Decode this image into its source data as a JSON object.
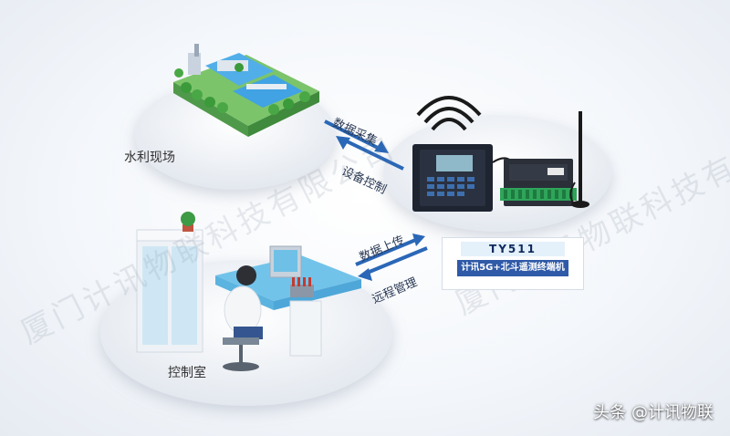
{
  "labels": {
    "site": "水利现场",
    "control_room": "控制室"
  },
  "arrows": {
    "top_forward": "数据采集",
    "top_back": "设备控制",
    "bottom_forward": "数据上传",
    "bottom_back": "远程管理"
  },
  "device": {
    "model": "TY511",
    "description": "计讯5G+北斗遥测终端机"
  },
  "watermark": "厦门计讯物联科技有限公司",
  "footer": "头条 @计讯物联",
  "colors": {
    "arrow": "#2a67b7",
    "platform": "#ffffff",
    "device_blue": "#2f5aa8",
    "screen": "#2b4f86"
  }
}
